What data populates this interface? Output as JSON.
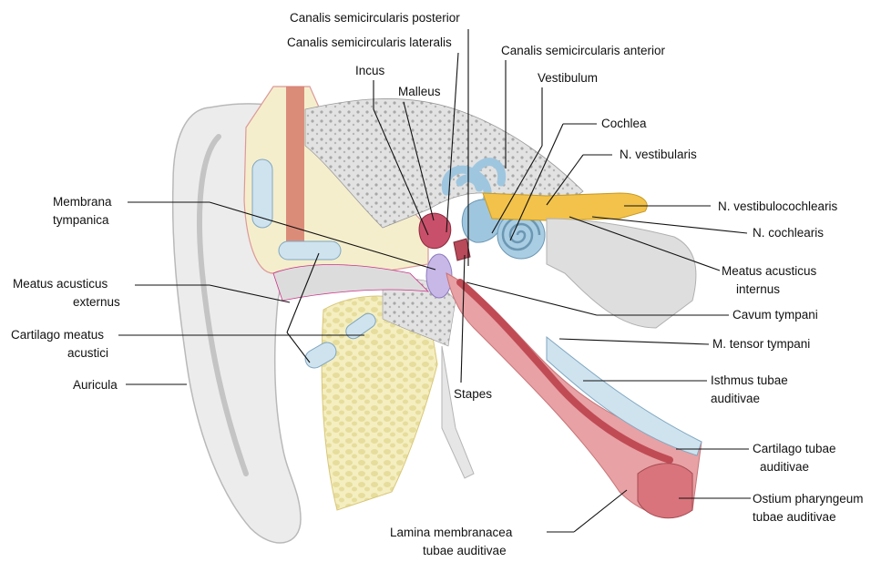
{
  "labels": {
    "canalis_posterior": "Canalis semicircularis posterior",
    "canalis_lateralis": "Canalis semicircularis lateralis",
    "canalis_anterior": "Canalis semicircularis anterior",
    "incus": "Incus",
    "malleus": "Malleus",
    "vestibulum": "Vestibulum",
    "cochlea": "Cochlea",
    "n_vestibularis": "N. vestibularis",
    "n_vestibulocochlearis": "N. vestibulocochlearis",
    "n_cochlearis": "N. cochlearis",
    "membrana_tympanica": [
      "Membrana",
      "tympanica"
    ],
    "meatus_externus": [
      "Meatus acusticus",
      "externus"
    ],
    "cartilago_meatus": [
      "Cartilago meatus",
      "acustici"
    ],
    "auricula": "Auricula",
    "meatus_internus": [
      "Meatus acusticus",
      "internus"
    ],
    "cavum_tympani": "Cavum tympani",
    "m_tensor": "M. tensor tympani",
    "isthmus": [
      "Isthmus tubae",
      "auditivae"
    ],
    "stapes": "Stapes",
    "cartilago_tubae": [
      "Cartilago tubae",
      "auditivae"
    ],
    "ostium": [
      "Ostium pharyngeum",
      "tubae auditivae"
    ],
    "lamina": [
      "Lamina membranacea",
      "tubae auditivae"
    ]
  },
  "colors": {
    "skin": "#ebebeb",
    "skin_shadow": "#c9c9c9",
    "bone": "#f7f2cf",
    "bone_spongy": "#e9e3a8",
    "cartilage": "#cfe3ef",
    "tissue_pink": "#e7a7a7",
    "tissue_red": "#cc5c5c",
    "labyrinth": "#9fc6df",
    "nerve": "#f2c24a",
    "nerve_gray": "#d6d6d6",
    "membrane": "#c7b8e8"
  }
}
